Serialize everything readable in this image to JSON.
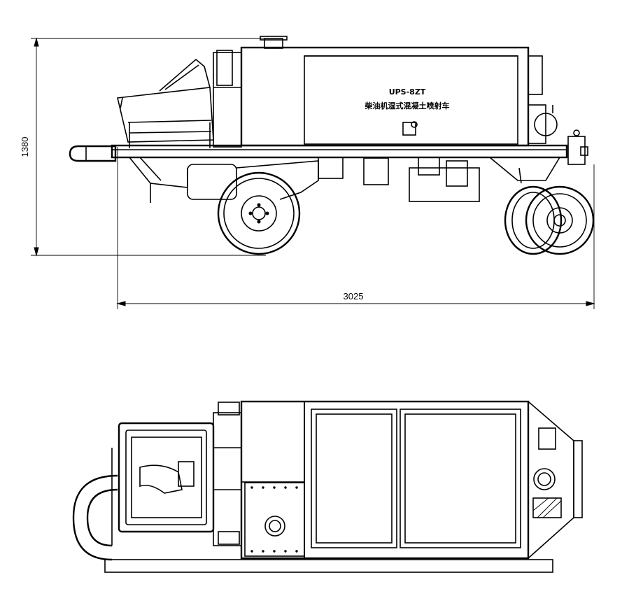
{
  "dimensions": {
    "height_label": "1380",
    "length_label": "3025"
  },
  "machine": {
    "model": "UPS-8ZT",
    "name": "柴油机湿式混凝土喷射车"
  }
}
